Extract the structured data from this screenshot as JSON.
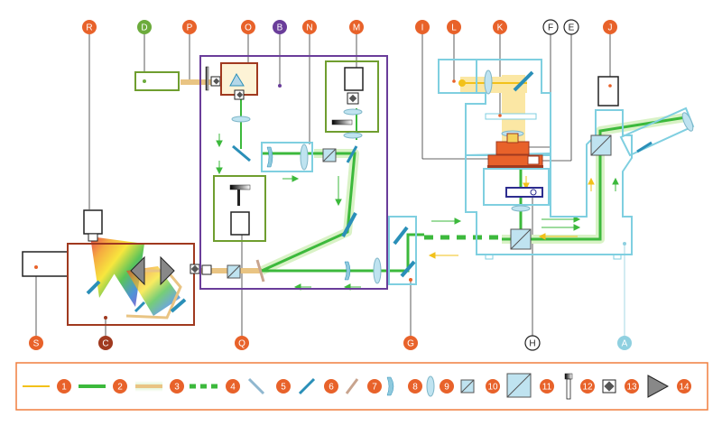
{
  "colors": {
    "orange": "#e8622a",
    "green_label": "#6cab3c",
    "purple_label": "#6a3d9a",
    "brown_label": "#a0391f",
    "light_blue": "#8fd0e0",
    "white": "#ffffff",
    "green_box": "#6f9e2f",
    "purple_box": "#6a3d9a",
    "brown_box": "#a0391f",
    "blue_box": "#7fcfe0",
    "beam_green": "#3cb93c",
    "beam_yellow": "#f2c11a",
    "beam_tan": "#e9c483",
    "mirror": "#2a8fb8",
    "lens": "#bfe3f0",
    "legend_border": "#f07e3e"
  },
  "callouts": [
    {
      "id": "R",
      "letter": "R",
      "style": "orange"
    },
    {
      "id": "D",
      "letter": "D",
      "style": "green"
    },
    {
      "id": "P",
      "letter": "P",
      "style": "orange"
    },
    {
      "id": "O",
      "letter": "O",
      "style": "orange"
    },
    {
      "id": "B",
      "letter": "B",
      "style": "purple"
    },
    {
      "id": "N",
      "letter": "N",
      "style": "orange"
    },
    {
      "id": "M",
      "letter": "M",
      "style": "orange"
    },
    {
      "id": "I",
      "letter": "I",
      "style": "orange"
    },
    {
      "id": "L",
      "letter": "L",
      "style": "orange"
    },
    {
      "id": "K",
      "letter": "K",
      "style": "orange"
    },
    {
      "id": "F",
      "letter": "F",
      "style": "white"
    },
    {
      "id": "E",
      "letter": "E",
      "style": "white"
    },
    {
      "id": "J",
      "letter": "J",
      "style": "orange"
    },
    {
      "id": "S",
      "letter": "S",
      "style": "orange"
    },
    {
      "id": "C",
      "letter": "C",
      "style": "brown"
    },
    {
      "id": "Q",
      "letter": "Q",
      "style": "orange"
    },
    {
      "id": "G",
      "letter": "G",
      "style": "orange"
    },
    {
      "id": "H",
      "letter": "H",
      "style": "white"
    },
    {
      "id": "A",
      "letter": "A",
      "style": "lightblue"
    }
  ],
  "legend": {
    "items": [
      {
        "number": "1",
        "symbol": "yellow-line"
      },
      {
        "number": "2",
        "symbol": "green-line"
      },
      {
        "number": "3",
        "symbol": "tan-beam"
      },
      {
        "number": "4",
        "symbol": "dashed-green-line"
      },
      {
        "number": "5",
        "symbol": "light-mirror"
      },
      {
        "number": "6",
        "symbol": "blue-mirror"
      },
      {
        "number": "7",
        "symbol": "glass-plate"
      },
      {
        "number": "8",
        "symbol": "concave-lens"
      },
      {
        "number": "9",
        "symbol": "convex-lens"
      },
      {
        "number": "10",
        "symbol": "beam-splitter-small"
      },
      {
        "number": "11",
        "symbol": "beam-splitter-cube"
      },
      {
        "number": "12",
        "symbol": "shutter"
      },
      {
        "number": "13",
        "symbol": "detector-square"
      },
      {
        "number": "14",
        "symbol": "prism"
      }
    ]
  }
}
